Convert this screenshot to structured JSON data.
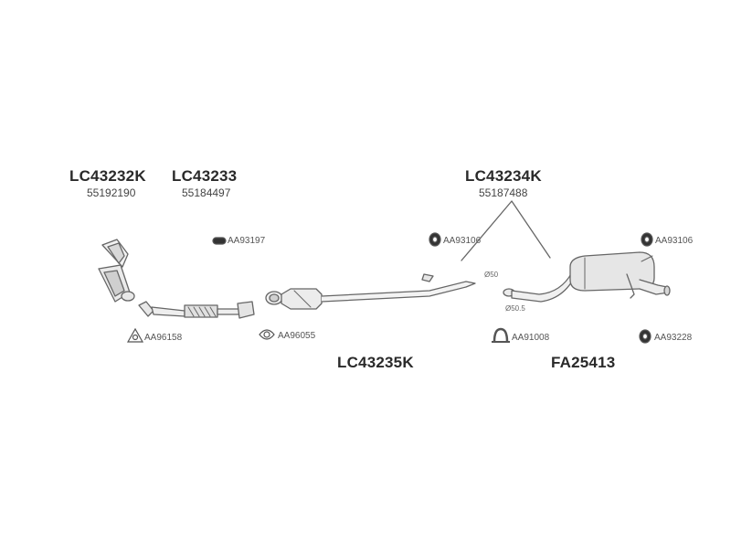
{
  "parts": {
    "p1": {
      "main": "LC43232K",
      "oe": "55192190"
    },
    "p2": {
      "main": "LC43233",
      "oe": "55184497"
    },
    "p3": {
      "main": "LC43234K",
      "oe": "55187488"
    },
    "p4": {
      "main": "LC43235K"
    },
    "p5": {
      "main": "FA25413"
    }
  },
  "accessories": {
    "a1": "AA93197",
    "a2": "AA93106",
    "a3": "AA93106",
    "a4": "AA96158",
    "a5": "AA96055",
    "a6": "AA91008",
    "a7": "AA93228"
  },
  "diameters": {
    "d1": "Ø50",
    "d2": "Ø50.5"
  }
}
